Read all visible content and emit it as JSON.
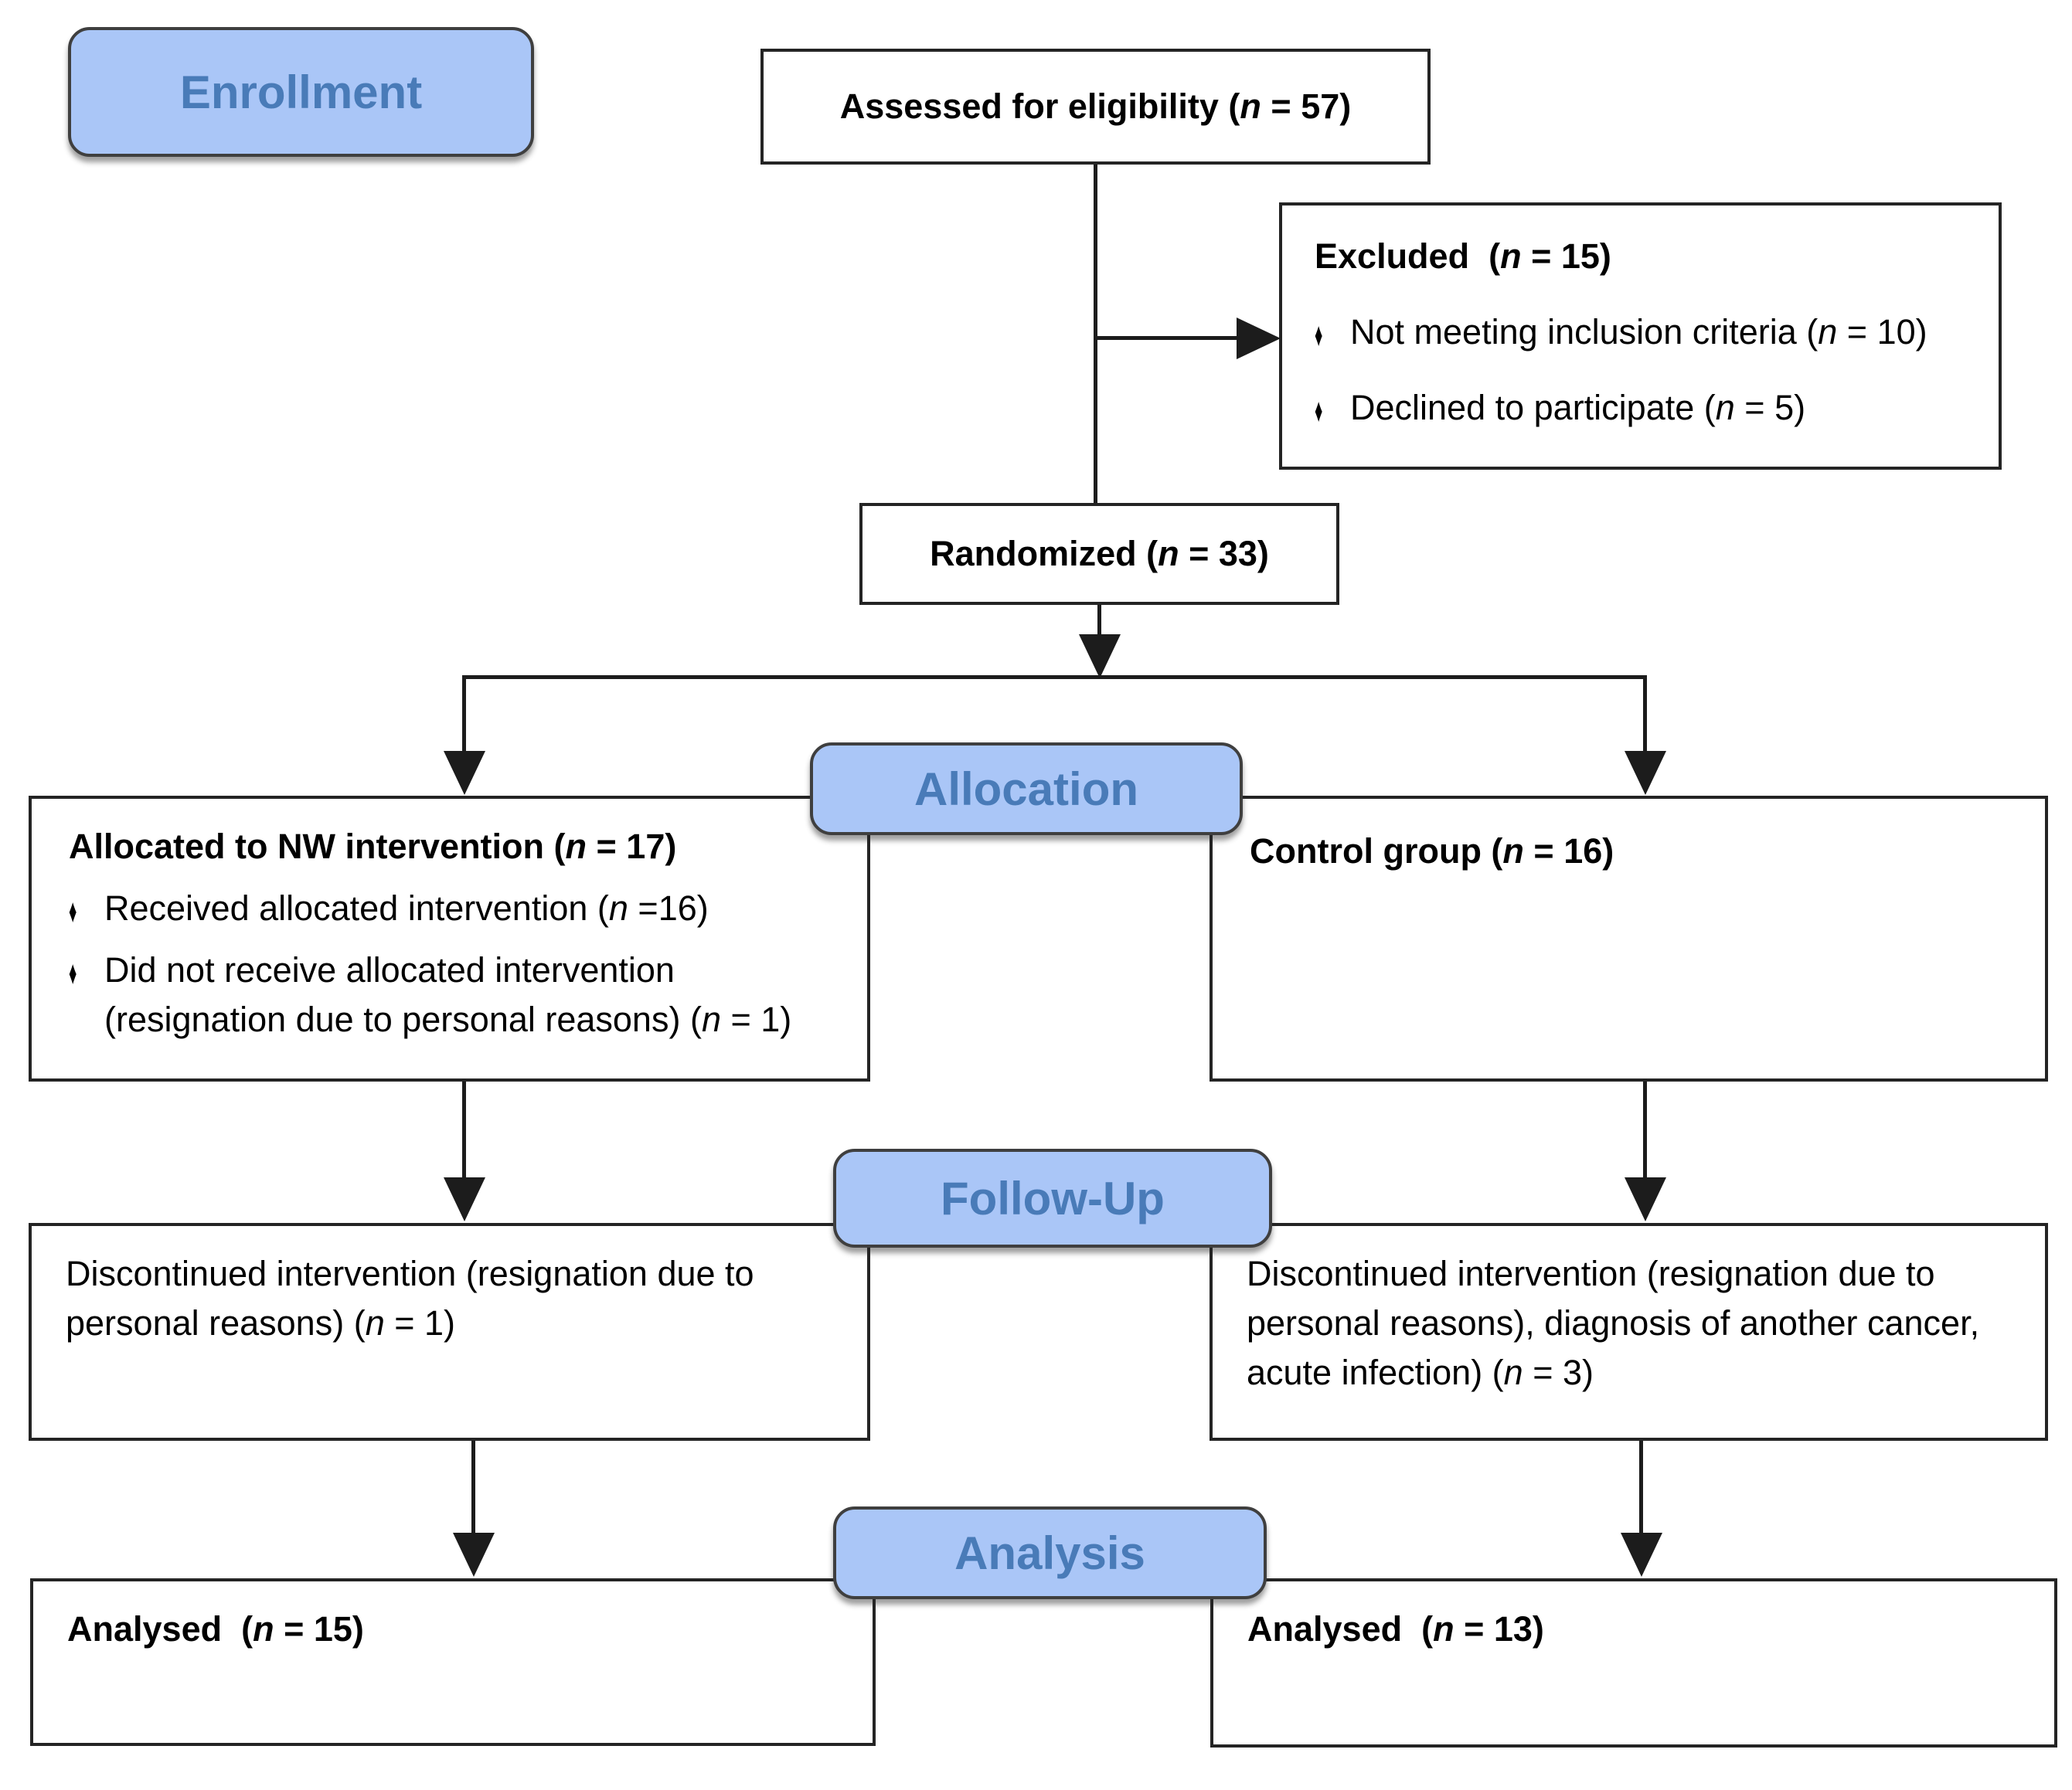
{
  "palette": {
    "stage_fill": "#aac6f7",
    "stage_border": "#3f3f3f",
    "stage_text": "#497bb8",
    "box_border": "#242424",
    "line": "#1c1c1c",
    "text": "#000000"
  },
  "stages": {
    "enrollment": "Enrollment",
    "allocation": "Allocation",
    "followup": "Follow-Up",
    "analysis": "Analysis"
  },
  "boxes": {
    "assessed": {
      "title": "Assessed for eligibility (n = 57)"
    },
    "excluded": {
      "title": "Excluded  (n = 15)",
      "bullets": [
        "Not meeting inclusion criteria (n = 10)",
        "Declined to participate (n = 5)"
      ]
    },
    "randomized": {
      "title": "Randomized (n = 33)"
    },
    "alloc_left": {
      "title": "Allocated to NW intervention (n = 17)",
      "bullets": [
        "Received allocated intervention (n =16)",
        "Did not receive allocated intervention (resignation due to personal reasons) (n = 1)"
      ]
    },
    "alloc_right": {
      "title": "Control group (n = 16)"
    },
    "followup_left": {
      "body": "Discontinued intervention (resignation due to personal reasons) (n = 1)"
    },
    "followup_right": {
      "body": "Discontinued intervention (resignation due to personal reasons), diagnosis of another cancer, acute infection) (n = 3)"
    },
    "analysis_left": {
      "title": "Analysed  (n = 15)"
    },
    "analysis_right": {
      "title": "Analysed  (n = 13)"
    }
  }
}
